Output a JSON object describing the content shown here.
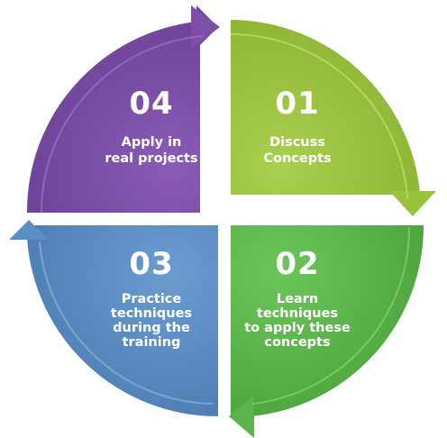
{
  "quadrants": [
    {
      "id": "q04",
      "number": "04",
      "lines": [
        "Apply in",
        "real projects"
      ],
      "color": "#7d4fa8"
    },
    {
      "id": "q01",
      "number": "01",
      "lines": [
        "Discuss",
        "Concepts"
      ],
      "color": "#9bc23c"
    },
    {
      "id": "q02",
      "number": "02",
      "lines": [
        "Learn",
        "techniques",
        "to apply these",
        "concepts"
      ],
      "color": "#5cb44a"
    },
    {
      "id": "q03",
      "number": "03",
      "lines": [
        "Practice",
        "techniques",
        "during the",
        "training"
      ],
      "color": "#5b8ec2"
    }
  ]
}
